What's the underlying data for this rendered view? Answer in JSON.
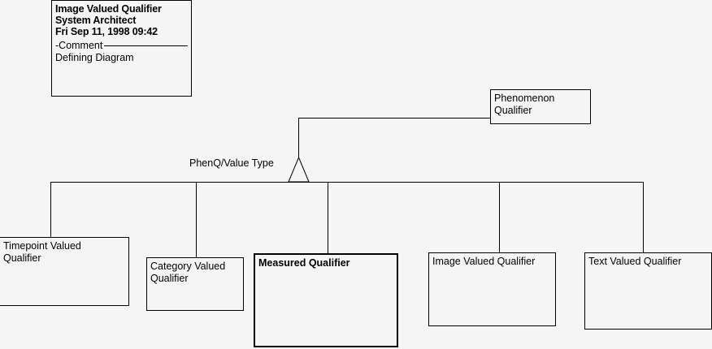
{
  "diagram": {
    "background_color": "#f5f5f5",
    "line_color": "#000000",
    "title_block": {
      "name": "Image Valued Qualifier",
      "tool": "System Architect",
      "timestamp": "Fri Sep 11, 1998  09:42",
      "section_label": "-Comment",
      "section_body": "Defining Diagram"
    },
    "relationship": {
      "label": "PhenQ/Value Type",
      "type": "generalization"
    },
    "parent_class": {
      "label": "Phenomenon\nQualifier",
      "selected": false
    },
    "child_classes": [
      {
        "label": "Timepoint Valued\nQualifier",
        "selected": false
      },
      {
        "label": "Category Valued\nQualifier",
        "selected": false
      },
      {
        "label": "Measured Qualifier",
        "selected": true
      },
      {
        "label": "Image Valued Qualifier",
        "selected": false
      },
      {
        "label": "Text Valued Qualifier",
        "selected": false
      }
    ]
  }
}
